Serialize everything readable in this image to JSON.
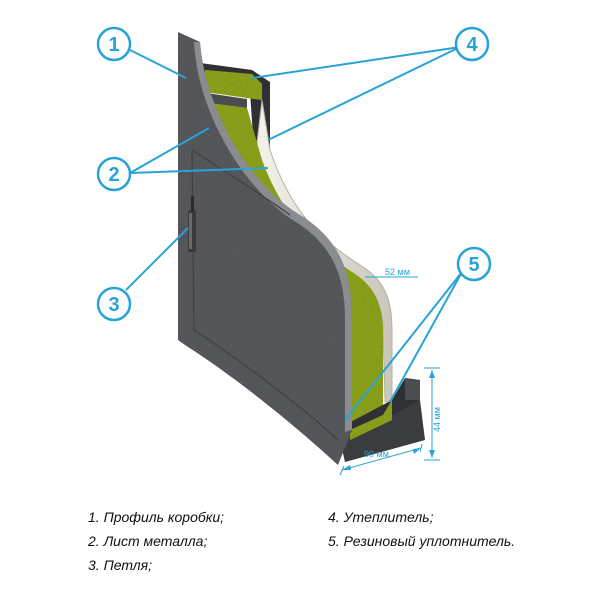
{
  "colors": {
    "accent": "#29a3d6",
    "metal": "#55575a",
    "insulation": "#8ea020",
    "frame": "#3a3c3f",
    "seal": "#e8e6dd"
  },
  "callouts": [
    "1",
    "2",
    "3",
    "4",
    "5"
  ],
  "dimensions": {
    "thickness": "52 мм",
    "width": "90 мм",
    "height": "44 мм"
  },
  "legend": {
    "left": [
      "1. Профиль коробки;",
      "2. Лист металла;",
      "3. Петля;"
    ],
    "right": [
      "4. Утеплитель;",
      "5. Резиновый уплотнитель."
    ]
  }
}
